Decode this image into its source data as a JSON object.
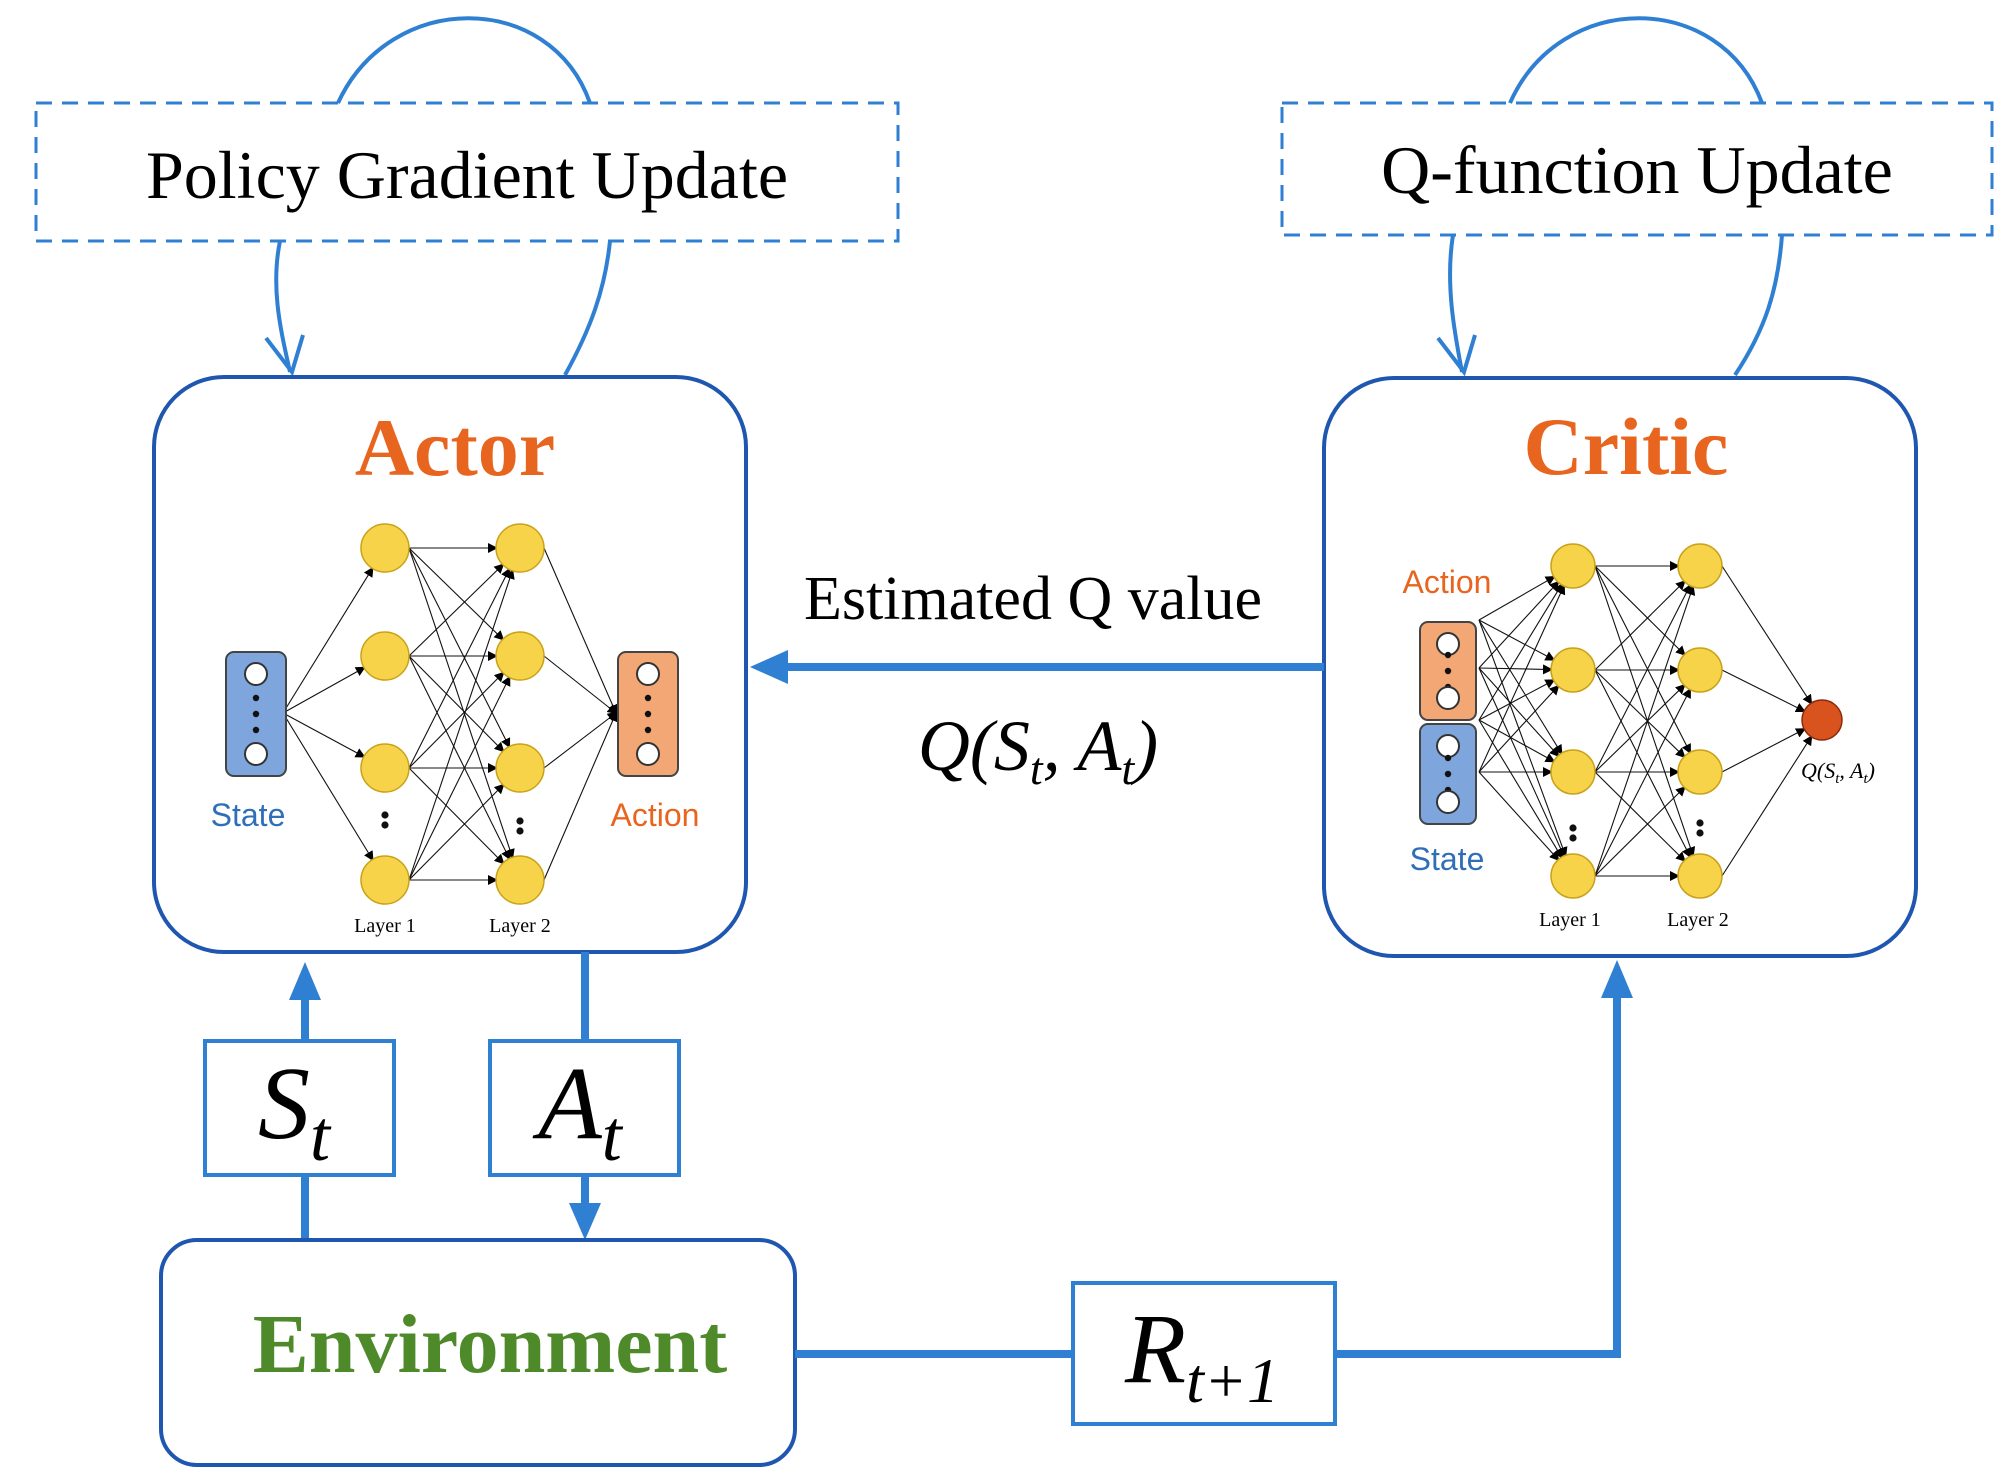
{
  "updates": {
    "policy": "Policy Gradient Update",
    "qfunction": "Q-function Update"
  },
  "actor": {
    "title": "Actor",
    "input_label": "State",
    "output_label": "Action",
    "layer1_label": "Layer 1",
    "layer2_label": "Layer 2"
  },
  "critic": {
    "title": "Critic",
    "input_top_label": "Action",
    "input_bottom_label": "State",
    "layer1_label": "Layer 1",
    "layer2_label": "Layer 2",
    "output_label": {
      "base": "Q(S",
      "sub1": "t",
      "mid": ", A",
      "sub2": "t",
      "end": ")"
    }
  },
  "flow": {
    "estimated_q": "Estimated Q value",
    "q_expr": {
      "base": "Q(S",
      "sub1": "t",
      "mid": ", A",
      "sub2": "t",
      "end": ")"
    },
    "state": {
      "base": "S",
      "sub": "t"
    },
    "action": {
      "base": "A",
      "sub": "t"
    },
    "reward": {
      "base": "R",
      "sub": "t+1"
    }
  },
  "environment": {
    "title": "Environment"
  },
  "colors": {
    "blue": "#2f7fd3",
    "frame": "#1f56b0",
    "orange": "#e8651f",
    "green": "#4f8a2a",
    "node": "#f7d34a",
    "state_box": "#7ea6dc",
    "action_box": "#f2a775",
    "critic_out": "#d9531e"
  }
}
